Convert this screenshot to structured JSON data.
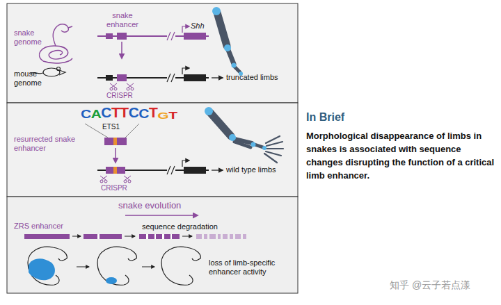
{
  "diagram": {
    "title": "In Brief",
    "caption": "Morphological disappearance of limbs in snakes is associated with sequence changes disrupting the function of a critical limb enhancer.",
    "labels": [
      "snake genome",
      "snake enhancer",
      "Shh",
      "mouse genome",
      "CRISPR",
      "truncated limbs",
      "CACTTCCTGT",
      "ETS1",
      "resurrected snake enhancer",
      "CRISPR",
      "wild type limbs",
      "snake evolution",
      "ZRS enhancer",
      "sequence degradation",
      "loss of limb-specific enhancer activity",
      "知乎 @云子若点漾"
    ]
  }
}
